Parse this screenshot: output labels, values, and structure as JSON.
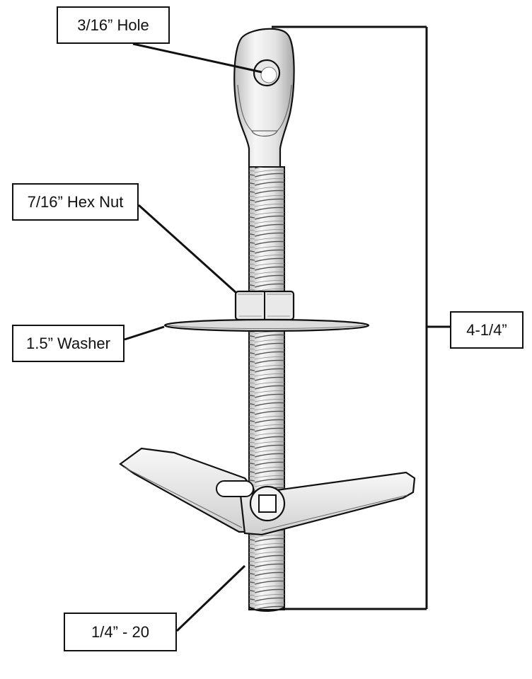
{
  "labels": {
    "hole": "3/16” Hole",
    "hex_nut": "7/16” Hex Nut",
    "washer": "1.5” Washer",
    "length": "4-1/4”",
    "thread": "1/4” - 20"
  },
  "colors": {
    "line": "#111111",
    "metal_light": "#f4f4f4",
    "metal_mid": "#d6d6d6",
    "metal_dark": "#9a9a9a",
    "background": "#ffffff"
  }
}
